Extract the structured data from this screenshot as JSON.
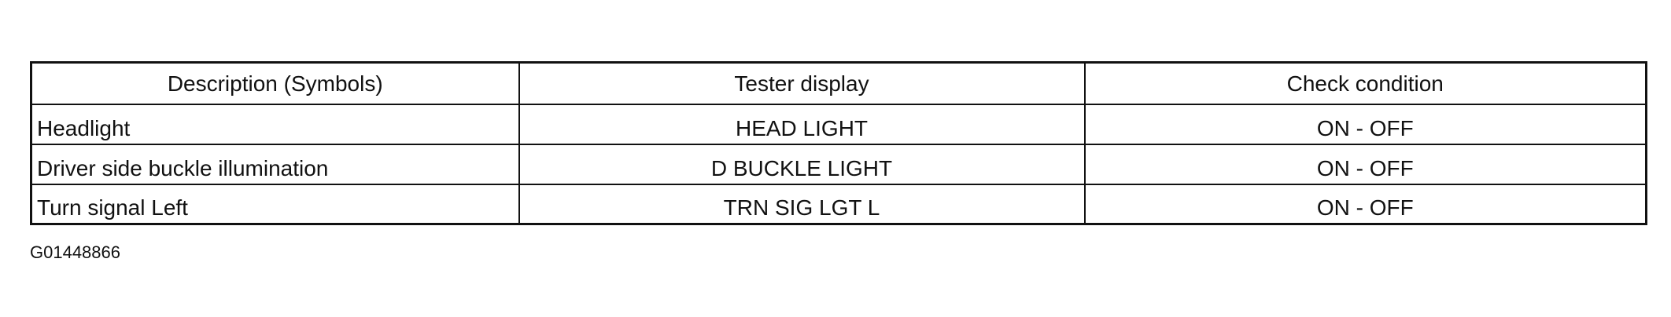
{
  "table": {
    "headers": [
      "Description (Symbols)",
      "Tester display",
      "Check condition"
    ],
    "rows": [
      [
        "Headlight",
        "HEAD LIGHT",
        "ON - OFF"
      ],
      [
        "Driver side buckle illumination",
        "D BUCKLE LIGHT",
        "ON - OFF"
      ],
      [
        "Turn signal Left",
        "TRN SIG LGT L",
        "ON - OFF"
      ]
    ]
  },
  "figure_code": "G01448866"
}
